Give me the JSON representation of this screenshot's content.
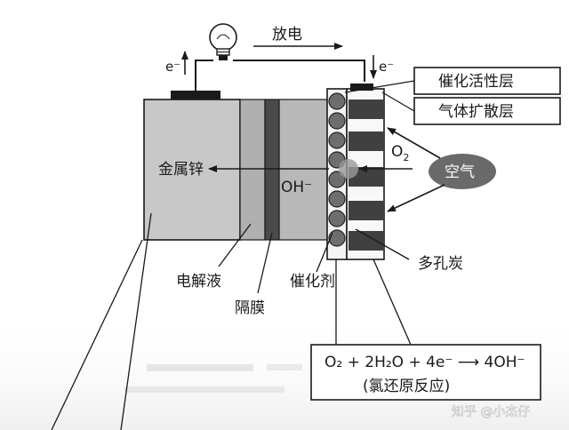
{
  "labels": {
    "discharge": "放电",
    "electron_left": "e⁻",
    "electron_right": "e⁻",
    "catalytic_layer": "催化活性层",
    "gas_diffusion_layer": "气体扩散层",
    "zinc": "金属锌",
    "hydroxide": "OH⁻",
    "oxygen_main": "O",
    "oxygen_sub": "2",
    "air": "空气",
    "porous_carbon": "多孔炭",
    "electrolyte": "电解液",
    "separator": "隔膜",
    "catalyst": "催化剂"
  },
  "equation": {
    "line1": "O₂ + 2H₂O + 4e⁻ ⟶ 4OH⁻",
    "line2": "(氯还原反应)"
  },
  "watermark": "知乎 @小杰仔",
  "colors": {
    "zinc": "#c8c8c8",
    "electrolyte": "#b0b0b0",
    "separator": "#4a4a4a",
    "catalyst_ball": "#6e6e6e",
    "carbon_bar": "#404040",
    "air_ellipse": "#6a6a6a",
    "line": "#1a1a1a"
  }
}
